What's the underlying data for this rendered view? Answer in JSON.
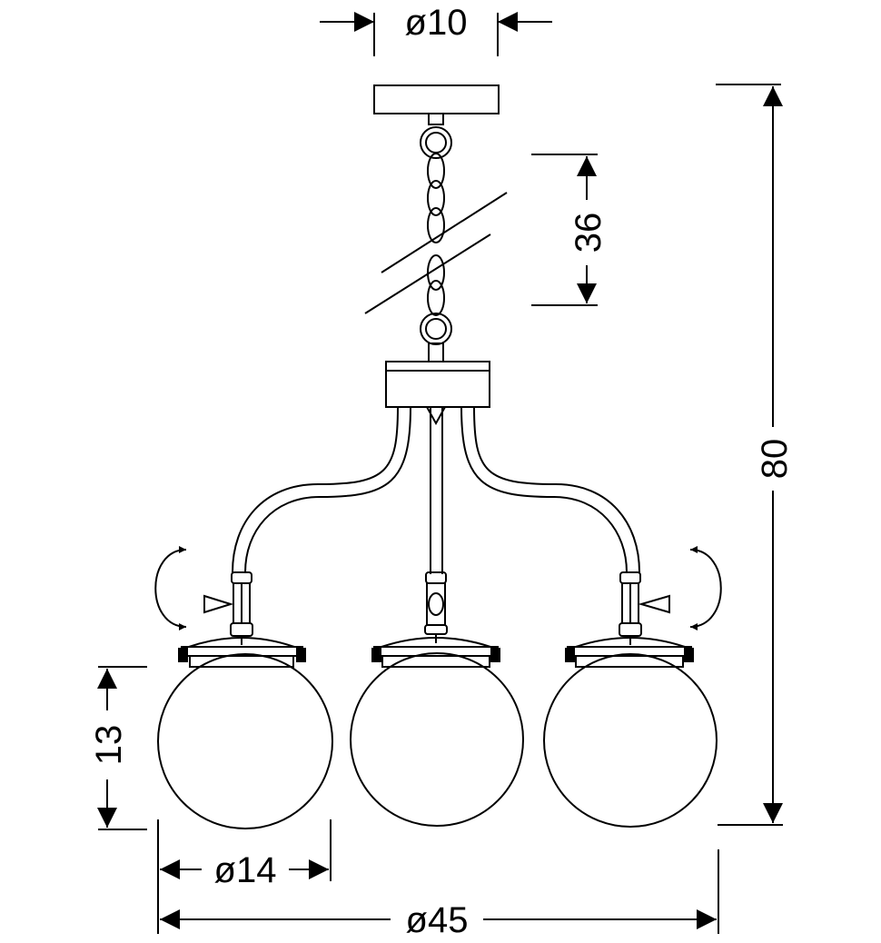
{
  "drawing": {
    "title": "",
    "dimensions": {
      "canopy_diameter": "ø10",
      "chain_length": "36",
      "total_height": "80",
      "globe_height": "13",
      "globe_diameter": "ø14",
      "total_width": "ø45"
    },
    "colors": {
      "line": "#000000",
      "background": "#ffffff"
    },
    "icons": [
      "rotation-arrow-icon",
      "rotation-arrow-icon"
    ]
  }
}
